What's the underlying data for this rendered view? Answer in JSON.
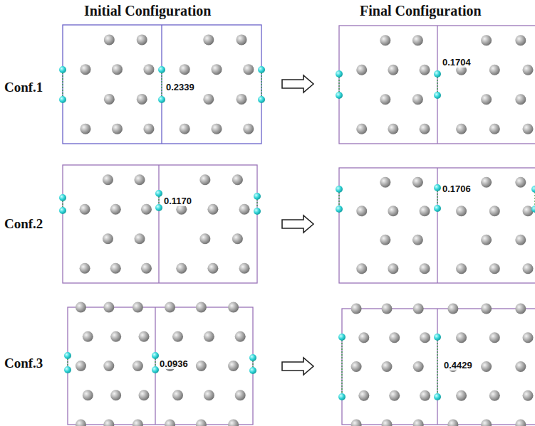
{
  "diagram": {
    "labels": [
      "Initial Configuration",
      "Final Configuration",
      "Conf.1",
      "0.2339",
      "0.1704",
      "Conf.2",
      "0.1170",
      "0.1706",
      "Conf.3",
      "0.0936",
      "0.4429"
    ]
  }
}
